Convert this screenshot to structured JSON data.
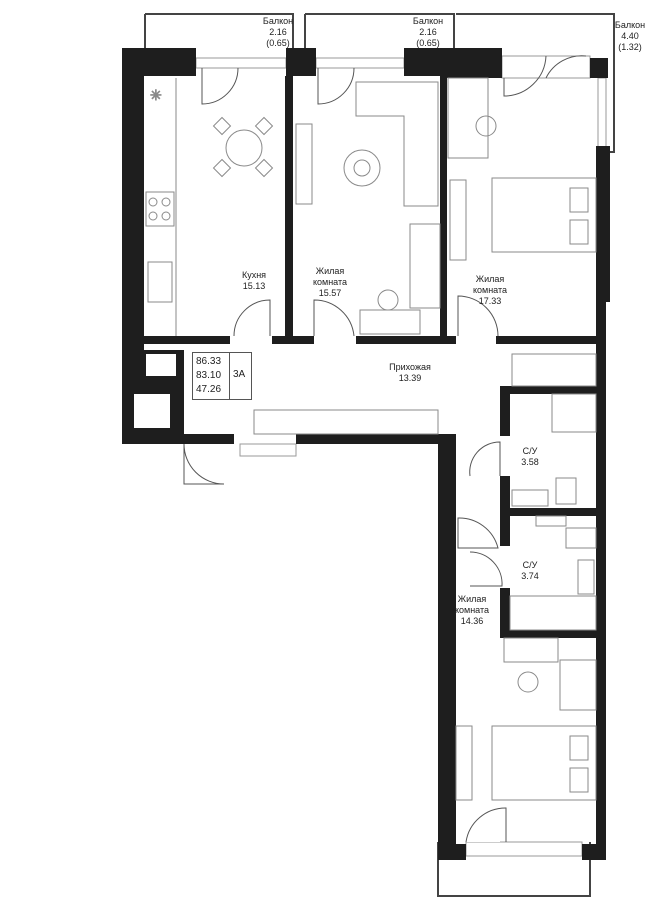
{
  "colors": {
    "wall": "#1e1e1e",
    "line": "#555555",
    "furniture": "#8a8a8a",
    "background": "#ffffff"
  },
  "summary": {
    "total_area": "86.33",
    "living_area": "83.10",
    "rooms_area": "47.26",
    "flat_type": "3A"
  },
  "balconies": [
    {
      "title": "Балкон",
      "area": "2.16",
      "coef_area": "(0.65)"
    },
    {
      "title": "Балкон",
      "area": "2.16",
      "coef_area": "(0.65)"
    },
    {
      "title": "Балкон",
      "area": "4.40",
      "coef_area": "(1.32)"
    }
  ],
  "rooms": {
    "kitchen": {
      "name": "Кухня",
      "area": "15.13"
    },
    "living_1": {
      "name_line1": "Жилая",
      "name_line2": "комната",
      "area": "15.57"
    },
    "living_2": {
      "name_line1": "Жилая",
      "name_line2": "комната",
      "area": "17.33"
    },
    "hall": {
      "name": "Прихожая",
      "area": "13.39"
    },
    "bath_1": {
      "name": "С/У",
      "area": "3.58"
    },
    "bath_2": {
      "name": "С/У",
      "area": "3.74"
    },
    "living_3": {
      "name_line1": "Жилая",
      "name_line2": "комната",
      "area": "14.36"
    }
  }
}
